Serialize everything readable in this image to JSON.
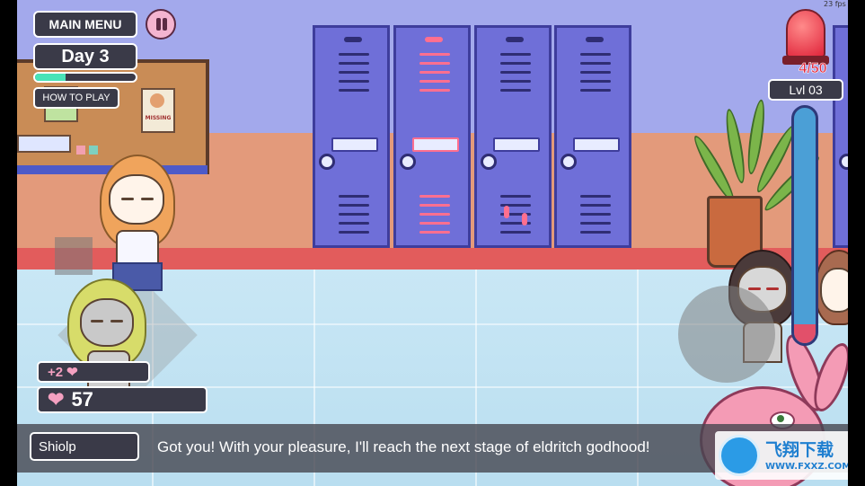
{
  "fps": "23 fps",
  "top_left": {
    "main_menu_label": "MAIN MENU",
    "day_label": "Day 3",
    "day_progress": 0.3,
    "how_to_play_label": "HOW TO PLAY"
  },
  "top_right": {
    "alarm_count": "4/50",
    "level_label": "Lvl 03",
    "pleasure_meter_fill": 0.08
  },
  "stats": {
    "gain_label": "+2",
    "hearts_value": "57"
  },
  "dialog": {
    "speaker": "Shiolp",
    "text": "Got you! With your pleasure, I'll reach the next stage of eldritch godhood!"
  },
  "poster": {
    "missing_label": "MISSING"
  },
  "watermark": {
    "cn_text": "飞翔下载",
    "url": "WWW.FXXZ.COM"
  },
  "colors": {
    "ui_panel": "#3a3a48",
    "heart_pink": "#f4a0c0",
    "alarm_red": "#e0243a",
    "meter_blue": "#4b9fd6",
    "meter_fill": "#e2506a",
    "progress_green": "#48e3b8"
  }
}
